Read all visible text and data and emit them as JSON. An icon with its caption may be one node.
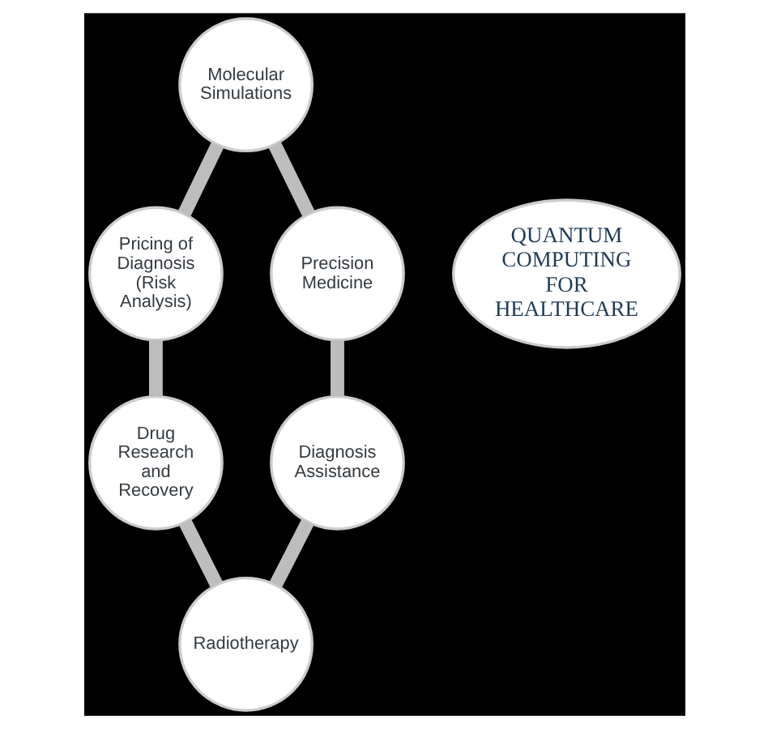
{
  "diagram": {
    "nodes": [
      {
        "text": [
          "Molecular Simulations"
        ]
      },
      {
        "text": [
          "Pricing of Diagnosis (Risk Analysis)"
        ]
      },
      {
        "text": [
          "Precision Medicine"
        ]
      },
      {
        "text": [
          "QUANTUM COMPUTING FOR HEALTHCARE"
        ]
      },
      {
        "text": [
          "Drug Research and Recovery"
        ]
      },
      {
        "text": [
          "Diagnosis Assistance"
        ]
      },
      {
        "text": [
          "Radiotherapy"
        ]
      }
    ],
    "edges": [
      {
        "from": 0,
        "to": 1,
        "arrow": "none"
      },
      {
        "from": 0,
        "to": 2,
        "arrow": "none"
      },
      {
        "from": 1,
        "to": 4,
        "arrow": "none"
      },
      {
        "from": 2,
        "to": 5,
        "arrow": "none"
      },
      {
        "from": 4,
        "to": 6,
        "arrow": "none"
      },
      {
        "from": 5,
        "to": 6,
        "arrow": "none"
      }
    ]
  }
}
